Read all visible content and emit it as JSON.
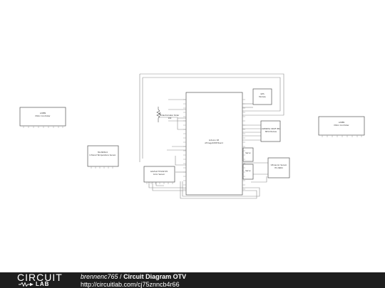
{
  "diagram": {
    "components": [
      {
        "id": "motor-left",
        "line1": "L298N",
        "line2": "Motor Controller"
      },
      {
        "id": "temp-sensor",
        "line1": "MLX90614",
        "line2": "Infrared Temperature Sensor"
      },
      {
        "id": "potentiometer",
        "line1": "Potentiometer Slider",
        "line2": "10k"
      },
      {
        "id": "mcu",
        "line1": "Arduino R3",
        "line2": "ATmega328P Board"
      },
      {
        "id": "gps",
        "line1": "GPS",
        "line2": "Module"
      },
      {
        "id": "imu",
        "line1": "LSM9DS1 9DOF IMU",
        "line2": "MPU Module"
      },
      {
        "id": "motor-right",
        "line1": "L298N",
        "line2": "Motor Controller"
      },
      {
        "id": "servo-a",
        "line1": "Servo",
        "line2": ""
      },
      {
        "id": "servo-b",
        "line1": "Servo",
        "line2": ""
      },
      {
        "id": "ultrasonic",
        "line1": "Ultrasonic Sensor",
        "line2": "HC-SR04"
      },
      {
        "id": "color-sensor",
        "line1": "Adafruit TCS34725",
        "line2": "Color Sensor"
      }
    ]
  },
  "footer": {
    "logo_top": "CIRCUIT",
    "logo_bottom": "LAB",
    "author": "brennenc765",
    "separator": " / ",
    "title": "Circuit Diagram OTV",
    "url": "http://circuitlab.com/cj75znncb4r66"
  }
}
